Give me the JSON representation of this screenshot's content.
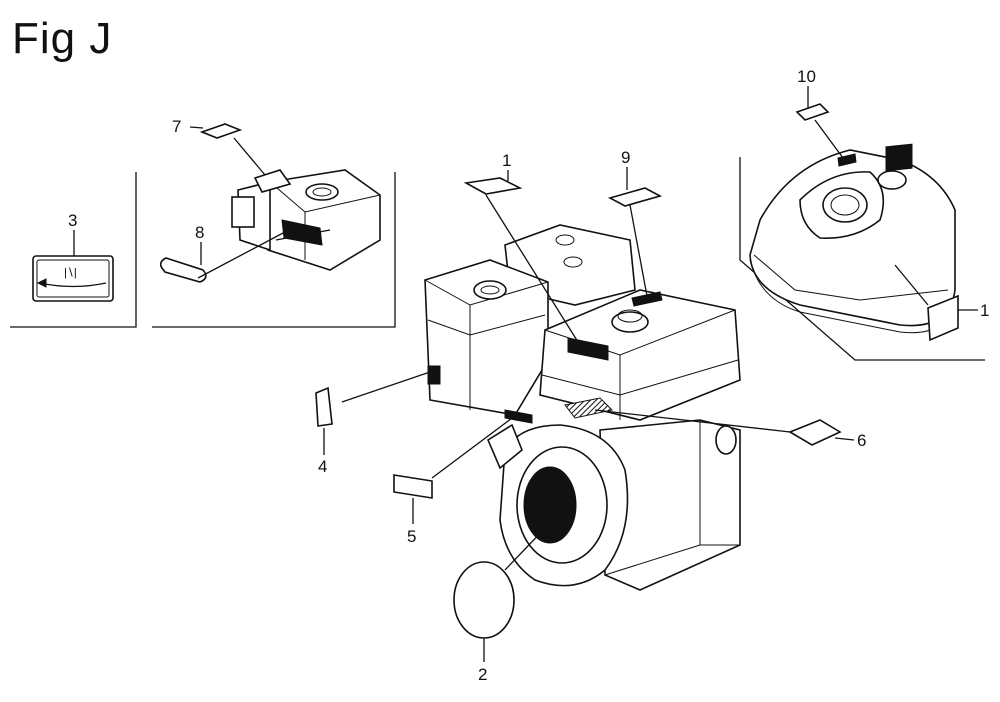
{
  "figure": {
    "title": "Fig J"
  },
  "callouts": [
    {
      "id": "c1a",
      "number": "1"
    },
    {
      "id": "c1b",
      "number": "1"
    },
    {
      "id": "c2",
      "number": "2"
    },
    {
      "id": "c3",
      "number": "3"
    },
    {
      "id": "c4",
      "number": "4"
    },
    {
      "id": "c5",
      "number": "5"
    },
    {
      "id": "c6",
      "number": "6"
    },
    {
      "id": "c7",
      "number": "7"
    },
    {
      "id": "c8",
      "number": "8"
    },
    {
      "id": "c9",
      "number": "9"
    },
    {
      "id": "c10",
      "number": "10"
    }
  ],
  "icons": [
    "engine-drawing",
    "air-cleaner-drawing",
    "fuel-tank-drawing",
    "choke-decal-drawing"
  ]
}
